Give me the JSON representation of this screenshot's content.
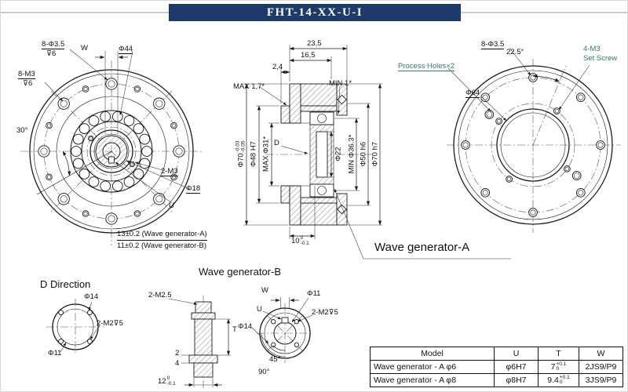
{
  "title": "FHT-14-XX-U-I",
  "colors": {
    "title_bg": "#1d3a6d",
    "annotation_green": "#2e7d5b",
    "line": "#1a1a1a"
  },
  "front_view": {
    "holes_callout": "8-Φ3.5",
    "holes_depth": "⊽6",
    "w": "W",
    "phi44": "Φ44",
    "m3_callout": "8-M3",
    "m3_depth": "⊽6",
    "angle30": "30°",
    "m3_2": "2-M3",
    "phi18": "Φ18",
    "u": "U",
    "note_a_value": "13±0.2",
    "note_a_suffix": "(Wave generator-A)",
    "note_b_value": "11±0.2",
    "note_b_suffix": "(Wave generator-B)"
  },
  "section_view": {
    "dim_total": "23,5",
    "dim_inner": "16,5",
    "dim_flange": "2,4",
    "max_clearance": "MAX 1,7*",
    "min_clearance": "MIN 1*",
    "phi70_base": "Φ70",
    "phi70_upper": "-0.03",
    "phi70_lower": "-0.05",
    "phi48": "Φ48 H7",
    "max_phi31": "MAX Φ31*",
    "phi22": "Φ22",
    "min_phi36": "MIN Φ36.3*",
    "phi50": "Φ50 h6",
    "phi70h7": "Φ70 h7",
    "d": "D",
    "dim10_base": "10",
    "dim10_upper": "0",
    "dim10_lower": "-0.1",
    "wg_a_callout": "Wave generator-A"
  },
  "rear_view": {
    "holes_callout": "8-Φ3.5",
    "angle": "22.5°",
    "process_holes": "Process Holes×2",
    "set_screw_line1": "4-M3",
    "set_screw_line2": "Set Screw",
    "phi64": "Φ64"
  },
  "d_direction": {
    "title": "D Direction",
    "phi14": "Φ14",
    "m2": "2-M2⊽5",
    "phi11": "Φ11"
  },
  "wg_b": {
    "title": "Wave generator-B",
    "m2_5": "2-M2.5",
    "t": "T",
    "dim2": "2",
    "dim4": "4",
    "dim12_base": "12",
    "dim12_upper": "0",
    "dim12_lower": "-0.1"
  },
  "shaft_detail": {
    "w": "W",
    "phi11": "Φ11",
    "m2": "2-M2⊽5",
    "u": "U",
    "phi14": "Φ14",
    "angle45": "45°",
    "angle90": "90°"
  },
  "table": {
    "headers": [
      "Model",
      "U",
      "T",
      "W"
    ],
    "rows": [
      {
        "model": "Wave generator - A φ6",
        "u": "φ6H7",
        "t_base": "7",
        "t_sup": "+0.1",
        "t_sub": "0",
        "w": "2JS9/P9"
      },
      {
        "model": "Wave generator - A φ8",
        "u": "φ8H7",
        "t_base": "9.4",
        "t_sup": "+0.1",
        "t_sub": "0",
        "w": "3JS9/P9"
      }
    ]
  }
}
